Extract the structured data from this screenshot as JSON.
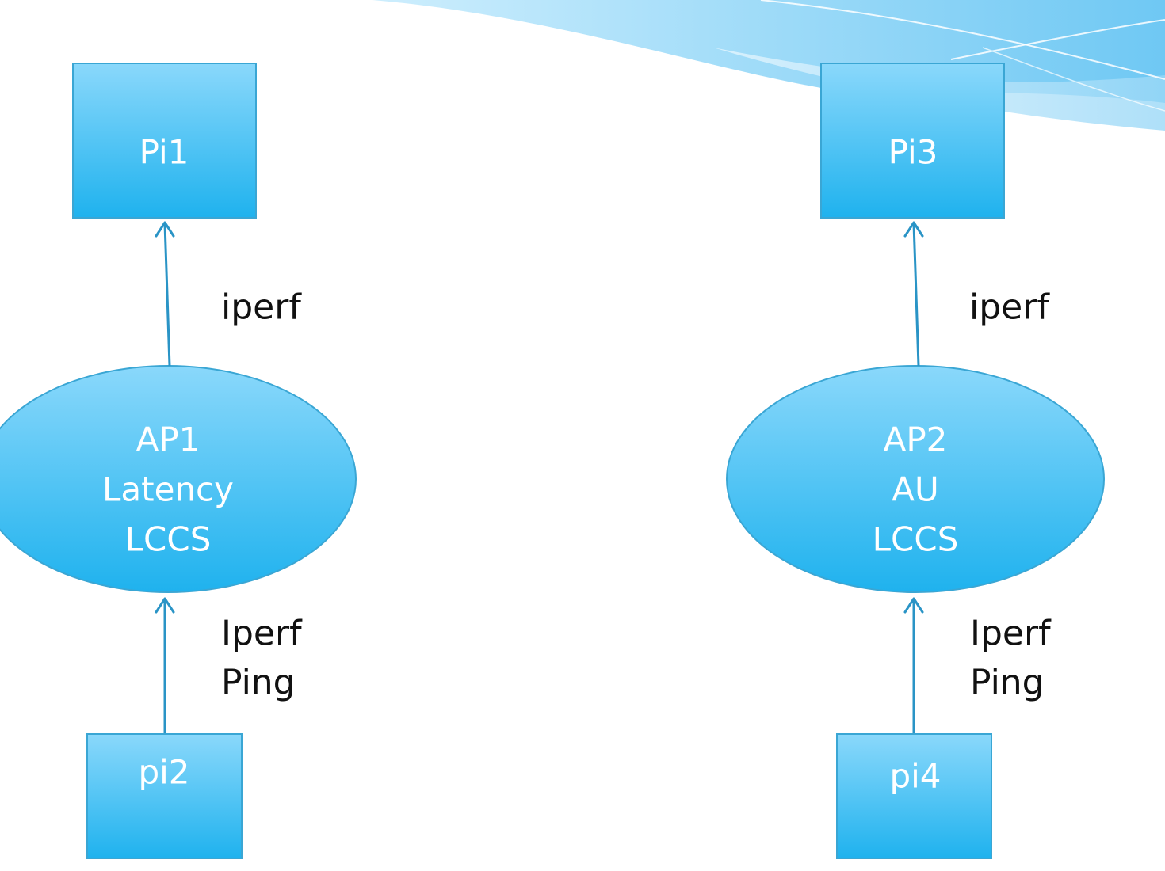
{
  "colors": {
    "node_fill_top": "#8ad8fb",
    "node_fill_bottom": "#1fb2ee",
    "arrow": "#2a94c6",
    "swoosh": "#7fcdf5"
  },
  "nodes": {
    "pi1": "Pi1",
    "pi2": "pi2",
    "pi3": "Pi3",
    "pi4": "pi4",
    "ap1": [
      "AP1",
      "Latency",
      "LCCS"
    ],
    "ap2": [
      "AP2",
      "AU",
      "LCCS"
    ]
  },
  "edges": {
    "ap1_to_pi1": [
      "iperf"
    ],
    "pi2_to_ap1": [
      "Iperf",
      "Ping"
    ],
    "ap2_to_pi3": [
      "iperf"
    ],
    "pi4_to_ap2": [
      "Iperf",
      "Ping"
    ]
  }
}
